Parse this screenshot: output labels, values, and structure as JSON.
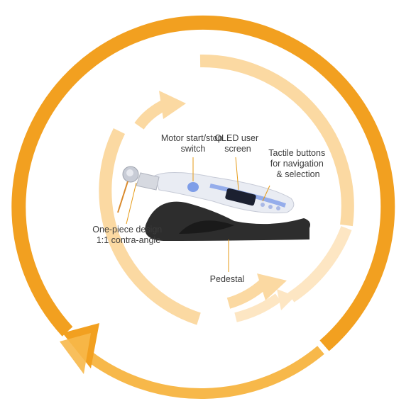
{
  "colors": {
    "outer_ring": "#f2a020",
    "outer_ring_light": "#f7b84a",
    "inner_ring": "#fbd9a2",
    "inner_ring_light": "#fde6c3",
    "leader_line": "#e69a16",
    "label_text": "#3b3b3b",
    "handpiece_body": "#e9ecf3",
    "handpiece_accent": "#7f9ee8",
    "pedestal": "#2d2d2d",
    "screen": "#1b2030",
    "file_tip": "#d9892b"
  },
  "icons": [
    "cycle-arrow-icon",
    "handpiece-icon",
    "pedestal-icon",
    "oled-screen-icon"
  ],
  "labels": {
    "motor_switch": [
      "Motor start/stop",
      "switch"
    ],
    "oled_screen": [
      "OLED user",
      "screen"
    ],
    "tactile_buttons": [
      "Tactile buttons",
      "for navigation",
      "& selection"
    ],
    "contra_angle": [
      "One-piece design",
      "1:1 contra-angle"
    ],
    "pedestal": [
      "Pedestal"
    ]
  }
}
